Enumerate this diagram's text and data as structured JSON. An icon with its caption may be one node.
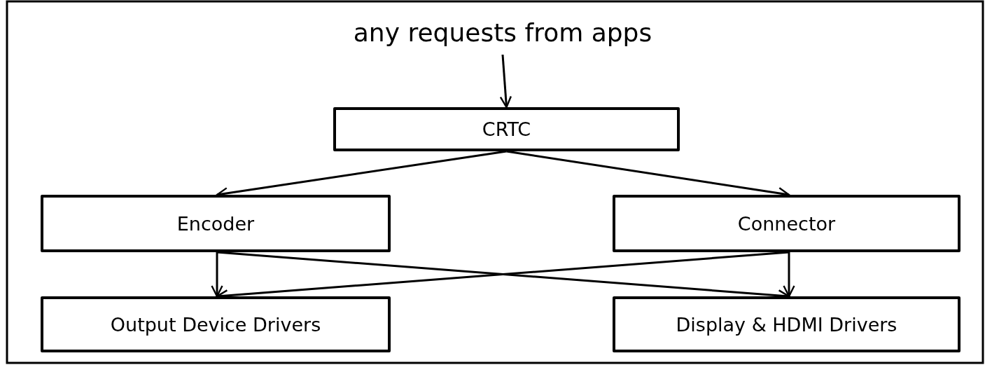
{
  "diagram": {
    "nodes": [
      {
        "text": [
          "any requests from apps"
        ]
      },
      {
        "text": [
          "CRTC"
        ]
      },
      {
        "text": [
          "Encoder"
        ]
      },
      {
        "text": [
          "Connector"
        ]
      },
      {
        "text": [
          "Output Device Drivers"
        ]
      },
      {
        "text": [
          "Display & HDMI Drivers"
        ]
      }
    ],
    "edges": [
      {
        "from": 0,
        "to": 1,
        "arrow": "to"
      },
      {
        "from": 1,
        "to": 2,
        "arrow": "to"
      },
      {
        "from": 1,
        "to": 3,
        "arrow": "to"
      },
      {
        "from": 2,
        "to": 4,
        "arrow": "to"
      },
      {
        "from": 2,
        "to": 5,
        "arrow": "to"
      },
      {
        "from": 3,
        "to": 4,
        "arrow": "to"
      },
      {
        "from": 3,
        "to": 5,
        "arrow": "to"
      }
    ]
  }
}
